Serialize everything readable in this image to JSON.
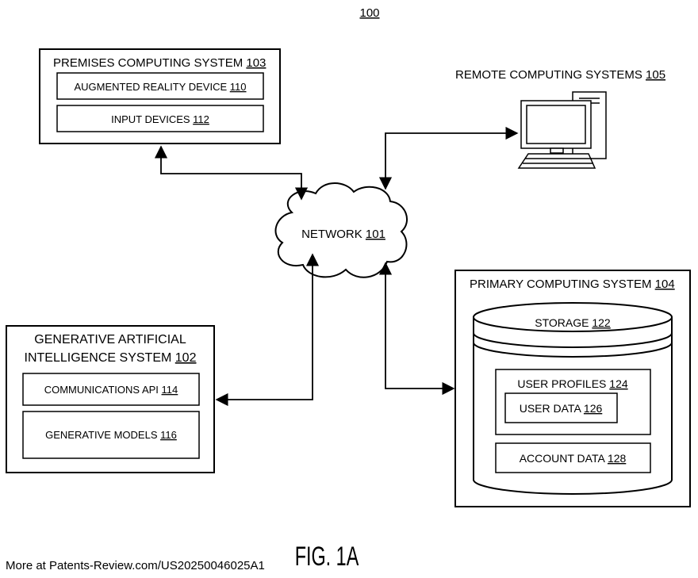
{
  "figure": {
    "ref": "100",
    "caption": "FIG. 1A",
    "footer": "More at Patents-Review.com/US20250046025A1"
  },
  "premises": {
    "title": "PREMISES COMPUTING SYSTEM",
    "ref": "103",
    "items": [
      {
        "label": "AUGMENTED REALITY DEVICE",
        "ref": "110"
      },
      {
        "label": "INPUT DEVICES",
        "ref": "112"
      }
    ]
  },
  "remote": {
    "title": "REMOTE COMPUTING SYSTEMS",
    "ref": "105",
    "icon": "desktop-computer-icon"
  },
  "network": {
    "title": "NETWORK",
    "ref": "101"
  },
  "gen_ai": {
    "title_line1": "GENERATIVE ARTIFICIAL",
    "title_line2": "INTELLIGENCE SYSTEM",
    "ref": "102",
    "items": [
      {
        "label": "COMMUNICATIONS API",
        "ref": "114"
      },
      {
        "label": "GENERATIVE MODELS",
        "ref": "116"
      }
    ]
  },
  "primary": {
    "title": "PRIMARY COMPUTING SYSTEM",
    "ref": "104",
    "storage": {
      "label": "STORAGE",
      "ref": "122"
    },
    "user_profiles": {
      "label": "USER PROFILES",
      "ref": "124"
    },
    "user_data": {
      "label": "USER DATA",
      "ref": "126"
    },
    "account_data": {
      "label": "ACCOUNT DATA",
      "ref": "128"
    }
  }
}
